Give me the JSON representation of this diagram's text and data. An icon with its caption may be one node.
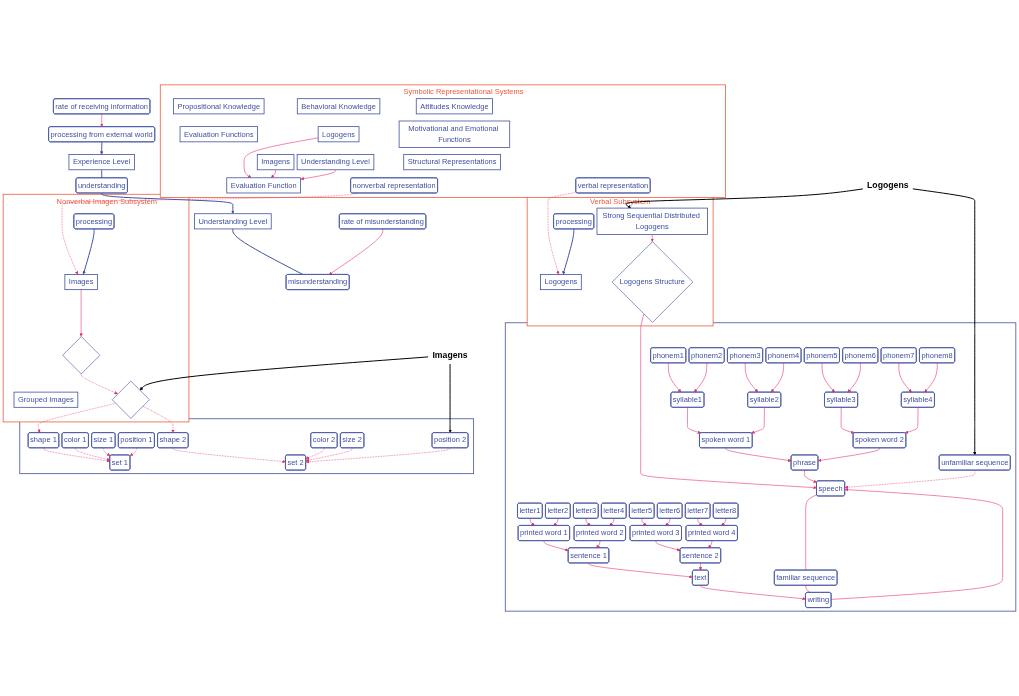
{
  "diagram": {
    "nodes": [
      {
        "text": [
          "Experience Level"
        ]
      },
      {
        "text": [
          "processing from external world"
        ]
      },
      {
        "text": [
          "rate of receiving information"
        ]
      },
      {
        "text": [
          "understanding"
        ]
      },
      {
        "text": [
          "Understanding Level"
        ]
      },
      {
        "text": [
          "misunderstanding"
        ]
      },
      {
        "text": [
          "rate of misunderstanding"
        ]
      },
      {
        "text": [
          "Symbolic Representational Systems"
        ]
      },
      {
        "text": [
          "Propositional Knowledge"
        ],
        "in": 7
      },
      {
        "text": [
          "Attitudes Knowledge"
        ],
        "in": 7
      },
      {
        "text": [
          "Behavioral Knowledge"
        ],
        "in": 7
      },
      {
        "text": [
          "Evaluation Functions"
        ],
        "in": 7
      },
      {
        "text": [
          "Motivational and Emotional Functions"
        ],
        "in": 7
      },
      {
        "text": [
          "Logogens"
        ],
        "in": 7
      },
      {
        "text": [
          "Imagens"
        ],
        "in": 7
      },
      {
        "text": [
          "Understanding Level"
        ],
        "in": 7
      },
      {
        "text": [
          "Evaluation Function"
        ],
        "in": 7
      },
      {
        "text": [
          "Structural Representations"
        ],
        "in": 7
      },
      {
        "text": [
          "verbal representation"
        ],
        "in": 7
      },
      {
        "text": [
          "nonverbal representation"
        ],
        "in": 7
      },
      {
        "text": [
          "Verbal Subsystem"
        ]
      },
      {
        "text": [
          "Logogens"
        ],
        "in": 20
      },
      {
        "text": [
          "processing"
        ],
        "in": 20
      },
      {
        "text": [
          "Strong Sequential Distributed Logogens"
        ],
        "in": 20
      },
      {
        "text": [
          "Logogens Structure"
        ],
        "in": 20
      },
      {
        "text": [
          "Nonverbal Imagen Subsystem"
        ]
      },
      {
        "text": [
          "processing"
        ],
        "in": 25
      },
      {
        "text": [
          "Images"
        ],
        "in": 25
      },
      {
        "text": [
          "Grouped Images"
        ],
        "in": 25
      },
      {
        "text": [],
        "shape": "diamond",
        "in": 25
      },
      {
        "text": [],
        "shape": "diamond",
        "in": 25
      },
      {
        "text": [],
        "shape": "box"
      },
      {
        "text": [
          "speech"
        ],
        "in": 31
      },
      {
        "text": [
          "unfamiliar sequence"
        ],
        "in": 31
      },
      {
        "text": [
          "writing"
        ],
        "in": 31
      },
      {
        "text": [
          "phrase"
        ],
        "in": 31
      },
      {
        "text": [
          "familiar sequence"
        ],
        "in": 31
      },
      {
        "text": [
          "text"
        ],
        "in": 31
      },
      {
        "text": [
          "spoken word 1"
        ],
        "in": 31
      },
      {
        "text": [
          "spoken word 2"
        ],
        "in": 31
      },
      {
        "text": [
          "sentence 1"
        ],
        "in": 31
      },
      {
        "text": [
          "sentence 2"
        ],
        "in": 31
      },
      {
        "text": [
          "syllable1"
        ],
        "in": 31
      },
      {
        "text": [
          "syllable2"
        ],
        "in": 31
      },
      {
        "text": [
          "syllable3"
        ],
        "in": 31
      },
      {
        "text": [
          "syllable4"
        ],
        "in": 31
      },
      {
        "text": [
          "printed word 1"
        ],
        "in": 31
      },
      {
        "text": [
          "printed word 2"
        ],
        "in": 31
      },
      {
        "text": [
          "printed word 3"
        ],
        "in": 31
      },
      {
        "text": [
          "printed word 4"
        ],
        "in": 31
      },
      {
        "text": [
          "phonem1"
        ],
        "in": 31
      },
      {
        "text": [
          "phonem2"
        ],
        "in": 31
      },
      {
        "text": [
          "phonem3"
        ],
        "in": 31
      },
      {
        "text": [
          "phonem4"
        ],
        "in": 31
      },
      {
        "text": [
          "phonem5"
        ],
        "in": 31
      },
      {
        "text": [
          "phonem6"
        ],
        "in": 31
      },
      {
        "text": [
          "phonem7"
        ],
        "in": 31
      },
      {
        "text": [
          "phonem8"
        ],
        "in": 31
      },
      {
        "text": [
          "letter1"
        ],
        "in": 31
      },
      {
        "text": [
          "letter2"
        ],
        "in": 31
      },
      {
        "text": [
          "letter3"
        ],
        "in": 31
      },
      {
        "text": [
          "letter4"
        ],
        "in": 31
      },
      {
        "text": [
          "letter5"
        ],
        "in": 31
      },
      {
        "text": [
          "letter6"
        ],
        "in": 31
      },
      {
        "text": [
          "letter7"
        ],
        "in": 31
      },
      {
        "text": [
          "letter8"
        ],
        "in": 31
      },
      {
        "text": [],
        "shape": "box"
      },
      {
        "text": [
          "shape 1"
        ],
        "in": 66
      },
      {
        "text": [
          "color 1"
        ],
        "in": 66
      },
      {
        "text": [
          "size 1"
        ],
        "in": 66
      },
      {
        "text": [
          "position 1"
        ],
        "in": 66
      },
      {
        "text": [
          "shape 2"
        ],
        "in": 66
      },
      {
        "text": [
          "color 2"
        ],
        "in": 66
      },
      {
        "text": [
          "size 2"
        ],
        "in": 66
      },
      {
        "text": [
          "position 2"
        ],
        "in": 66
      },
      {
        "text": [
          "set 1"
        ],
        "in": 66
      },
      {
        "text": [
          "set 2"
        ],
        "in": 66
      },
      {
        "text": [
          "Logogens"
        ]
      },
      {
        "text": [
          "Imagens"
        ]
      }
    ],
    "edges": [
      {
        "from": 1,
        "to": 0,
        "arrow": "to",
        "color": "#3f4fa0"
      },
      {
        "from": 0,
        "to": 3,
        "arrow": "none",
        "color": "#3f4fa0"
      },
      {
        "from": 3,
        "to": 4,
        "arrow": "to",
        "color": "#3f4fa0"
      },
      {
        "from": 4,
        "to": 5,
        "arrow": "none",
        "color": "#3f4fa0"
      },
      {
        "from": 2,
        "to": 1,
        "arrow": "to"
      },
      {
        "from": 6,
        "to": 5,
        "arrow": "to"
      },
      {
        "from": 13,
        "to": 16,
        "arrow": "to"
      },
      {
        "from": 14,
        "to": 16,
        "arrow": "to"
      },
      {
        "from": 15,
        "to": 16,
        "arrow": "to"
      },
      {
        "from": 18,
        "to": 21,
        "arrow": "to",
        "style": "dashed"
      },
      {
        "from": 19,
        "to": 27,
        "arrow": "to",
        "style": "dashed"
      },
      {
        "from": 22,
        "to": 21,
        "arrow": "to",
        "color": "#3f4fa0"
      },
      {
        "from": 23,
        "to": 24,
        "arrow": "to"
      },
      {
        "from": 24,
        "to": 32,
        "arrow": "to"
      },
      {
        "from": 26,
        "to": 27,
        "arrow": "to",
        "color": "#3f4fa0"
      },
      {
        "from": 27,
        "to": 29,
        "arrow": "to"
      },
      {
        "from": 29,
        "to": 30,
        "arrow": "to",
        "style": "dashed"
      },
      {
        "from": 30,
        "to": 67,
        "arrow": "to",
        "style": "dashed"
      },
      {
        "from": 30,
        "to": 71,
        "arrow": "to",
        "style": "dashed"
      },
      {
        "from": 67,
        "to": 75,
        "arrow": "to",
        "style": "dashed"
      },
      {
        "from": 68,
        "to": 75,
        "arrow": "to",
        "style": "dashed"
      },
      {
        "from": 69,
        "to": 75,
        "arrow": "to",
        "style": "dashed"
      },
      {
        "from": 70,
        "to": 75,
        "arrow": "to",
        "style": "dashed"
      },
      {
        "from": 71,
        "to": 76,
        "arrow": "to",
        "style": "dashed"
      },
      {
        "from": 72,
        "to": 76,
        "arrow": "to",
        "style": "dashed"
      },
      {
        "from": 73,
        "to": 76,
        "arrow": "to",
        "style": "dashed"
      },
      {
        "from": 74,
        "to": 76,
        "arrow": "to",
        "style": "dashed"
      },
      {
        "from": 50,
        "to": 42,
        "arrow": "to"
      },
      {
        "from": 51,
        "to": 42,
        "arrow": "to"
      },
      {
        "from": 52,
        "to": 43,
        "arrow": "to"
      },
      {
        "from": 53,
        "to": 43,
        "arrow": "to"
      },
      {
        "from": 54,
        "to": 44,
        "arrow": "to"
      },
      {
        "from": 55,
        "to": 44,
        "arrow": "to"
      },
      {
        "from": 56,
        "to": 45,
        "arrow": "to"
      },
      {
        "from": 57,
        "to": 45,
        "arrow": "to"
      },
      {
        "from": 42,
        "to": 38,
        "arrow": "to"
      },
      {
        "from": 43,
        "to": 38,
        "arrow": "to"
      },
      {
        "from": 44,
        "to": 39,
        "arrow": "to"
      },
      {
        "from": 45,
        "to": 39,
        "arrow": "to"
      },
      {
        "from": 38,
        "to": 35,
        "arrow": "to"
      },
      {
        "from": 39,
        "to": 35,
        "arrow": "to"
      },
      {
        "from": 35,
        "to": 32,
        "arrow": "to"
      },
      {
        "from": 58,
        "to": 46,
        "arrow": "to"
      },
      {
        "from": 59,
        "to": 46,
        "arrow": "to"
      },
      {
        "from": 60,
        "to": 47,
        "arrow": "to"
      },
      {
        "from": 61,
        "to": 47,
        "arrow": "to"
      },
      {
        "from": 62,
        "to": 48,
        "arrow": "to"
      },
      {
        "from": 63,
        "to": 48,
        "arrow": "to"
      },
      {
        "from": 64,
        "to": 49,
        "arrow": "to"
      },
      {
        "from": 65,
        "to": 49,
        "arrow": "to"
      },
      {
        "from": 46,
        "to": 40,
        "arrow": "to"
      },
      {
        "from": 47,
        "to": 40,
        "arrow": "to"
      },
      {
        "from": 48,
        "to": 41,
        "arrow": "to"
      },
      {
        "from": 49,
        "to": 41,
        "arrow": "to"
      },
      {
        "from": 40,
        "to": 37,
        "arrow": "to"
      },
      {
        "from": 41,
        "to": 37,
        "arrow": "to"
      },
      {
        "from": 37,
        "to": 34,
        "arrow": "to"
      },
      {
        "from": 32,
        "to": 36,
        "arrow": "none"
      },
      {
        "from": 36,
        "to": 34,
        "arrow": "none"
      },
      {
        "from": 34,
        "to": 32,
        "arrow": "to"
      },
      {
        "from": 33,
        "to": 32,
        "arrow": "to",
        "style": "dashed"
      },
      {
        "from": 77,
        "to": 23,
        "arrow": "to",
        "color": "#000000"
      },
      {
        "from": 77,
        "to": 33,
        "arrow": "to",
        "color": "#000000"
      },
      {
        "from": 78,
        "to": 30,
        "arrow": "to",
        "color": "#000000"
      },
      {
        "from": 78,
        "to": 74,
        "arrow": "to",
        "color": "#000000"
      }
    ]
  }
}
